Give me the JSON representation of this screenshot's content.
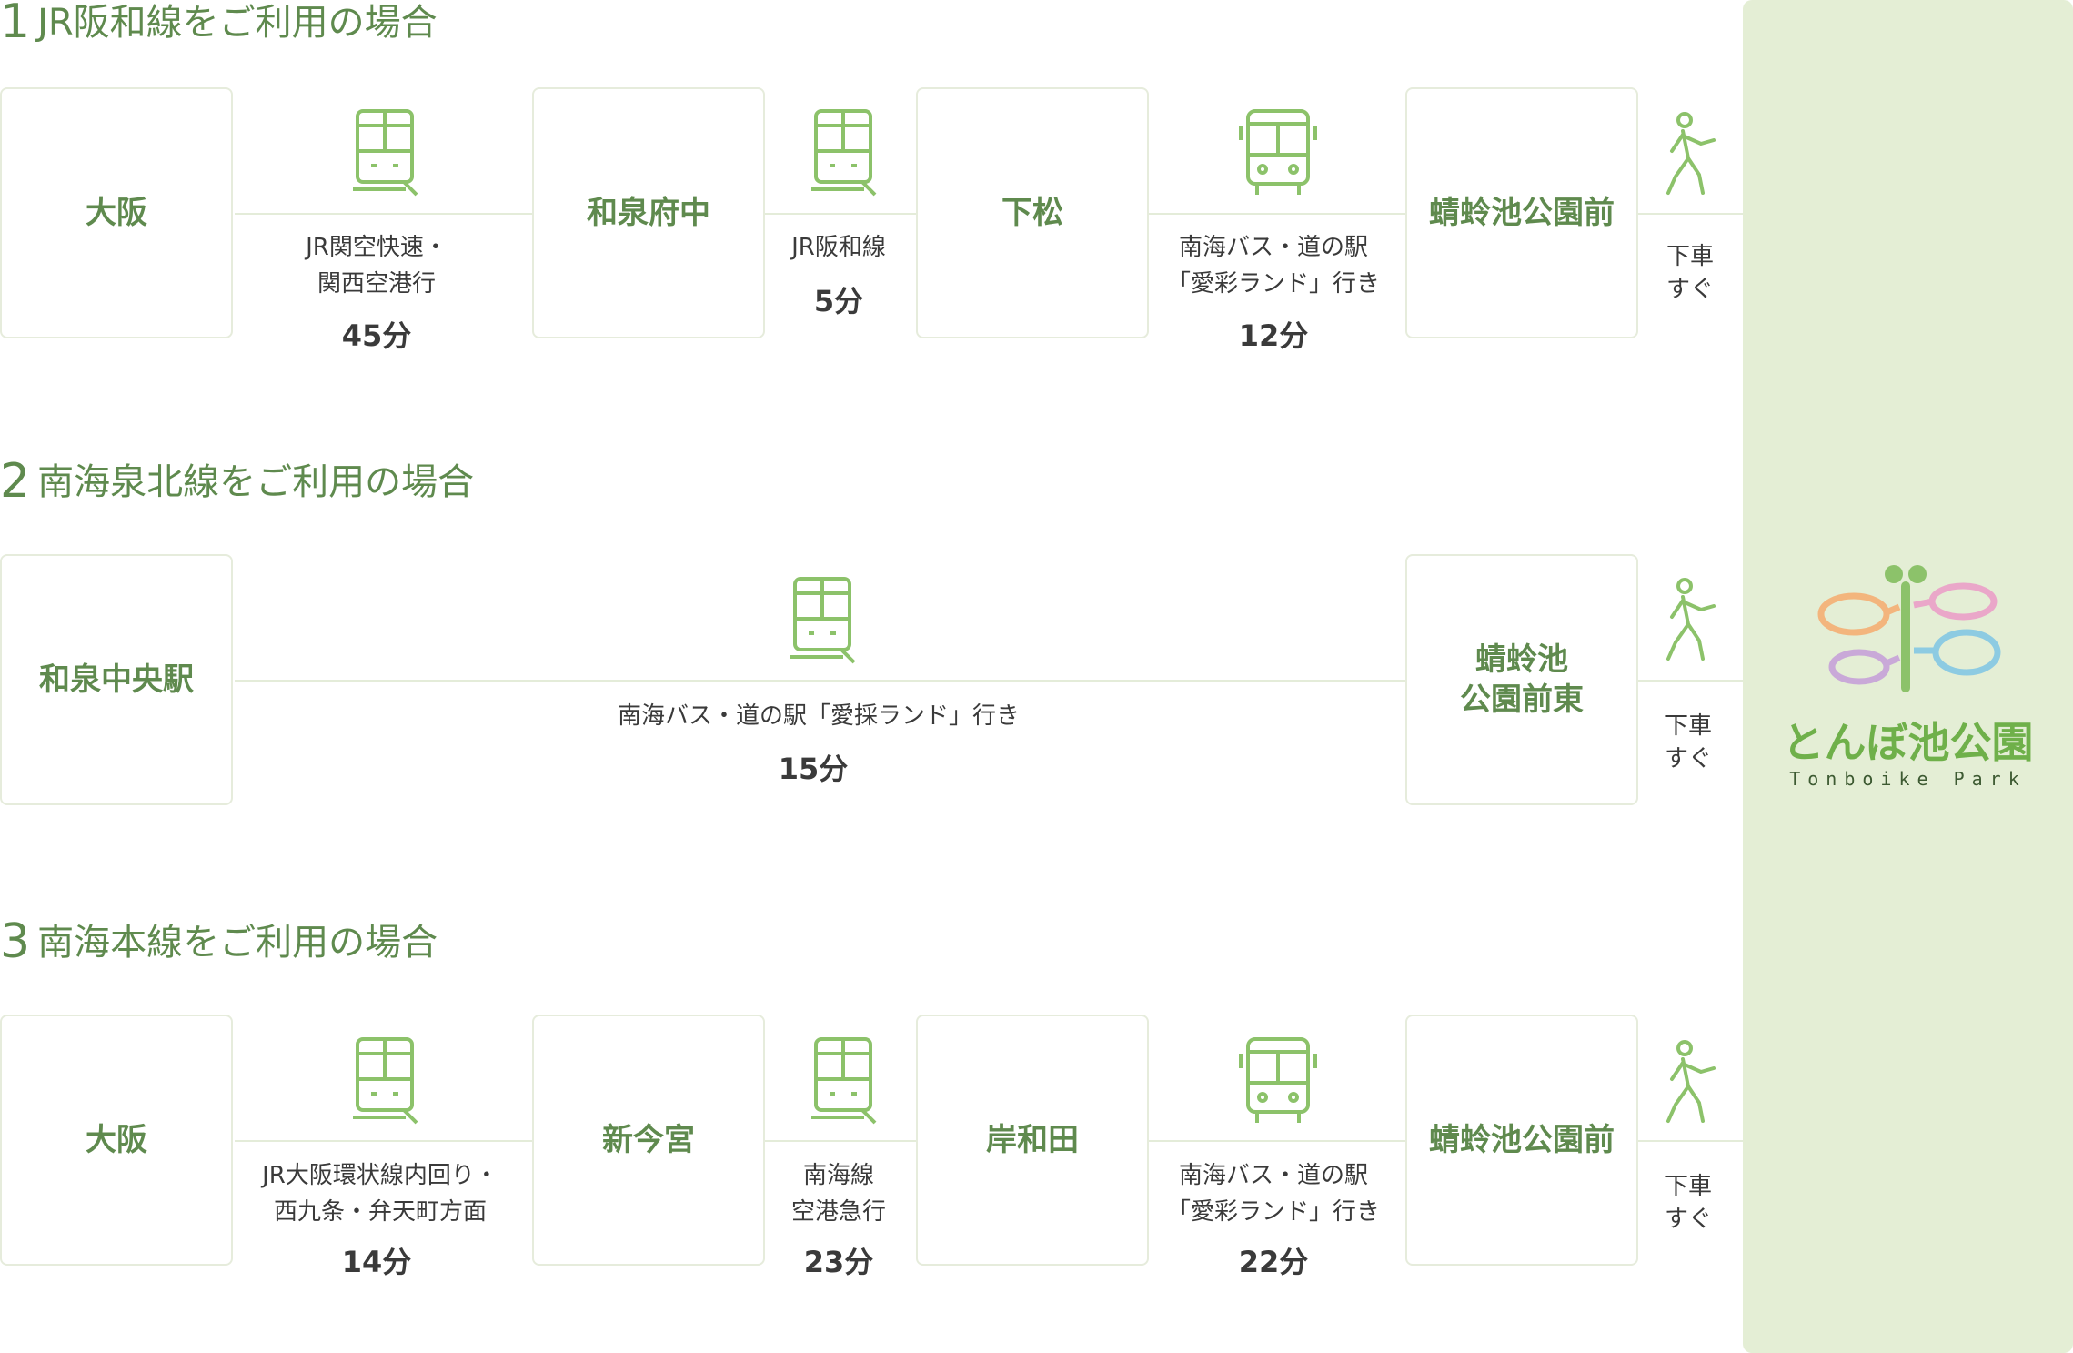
{
  "colors": {
    "accent_green": "#5f8a4e",
    "icon_green": "#8cc26a",
    "panel_bg": "#e4eed5",
    "line": "#e4ecd9"
  },
  "routes": [
    {
      "number": "1",
      "title": "JR阪和線をご利用の場合",
      "stations": [
        "大阪",
        "和泉府中",
        "下松",
        "蜻蛉池公園前"
      ],
      "legs": [
        {
          "icon": "train-icon",
          "desc": "JR関空快速・\n関西空港行",
          "time": "45分"
        },
        {
          "icon": "train-icon",
          "desc": "JR阪和線",
          "time": "5分"
        },
        {
          "icon": "bus-icon",
          "desc": "南海バス・道の駅\n「愛彩ランド」行き",
          "time": "12分"
        }
      ],
      "walk": {
        "icon": "walking-person-icon",
        "label": "下車\nすぐ"
      }
    },
    {
      "number": "2",
      "title": "南海泉北線をご利用の場合",
      "stations": [
        "和泉中央駅",
        "蜻蛉池\n公園前東"
      ],
      "legs": [
        {
          "icon": "train-icon",
          "desc": "南海バス・道の駅「愛採ランド」行き",
          "time": "15分"
        }
      ],
      "walk": {
        "icon": "walking-person-icon",
        "label": "下車\nすぐ"
      }
    },
    {
      "number": "3",
      "title": "南海本線をご利用の場合",
      "stations": [
        "大阪",
        "新今宮",
        "岸和田",
        "蜻蛉池公園前"
      ],
      "legs": [
        {
          "icon": "train-icon",
          "desc": "JR大阪環状線内回り・\n西九条・弁天町方面",
          "time": "14分"
        },
        {
          "icon": "train-icon",
          "desc": "南海線\n空港急行",
          "time": "23分"
        },
        {
          "icon": "bus-icon",
          "desc": "南海バス・道の駅\n「愛彩ランド」行き",
          "time": "22分"
        }
      ],
      "walk": {
        "icon": "walking-person-icon",
        "label": "下車\nすぐ"
      }
    }
  ],
  "logo": {
    "name": "とんぼ池公園",
    "subtitle": "Tonboike Park",
    "icon": "dragonfly-logo-icon"
  }
}
